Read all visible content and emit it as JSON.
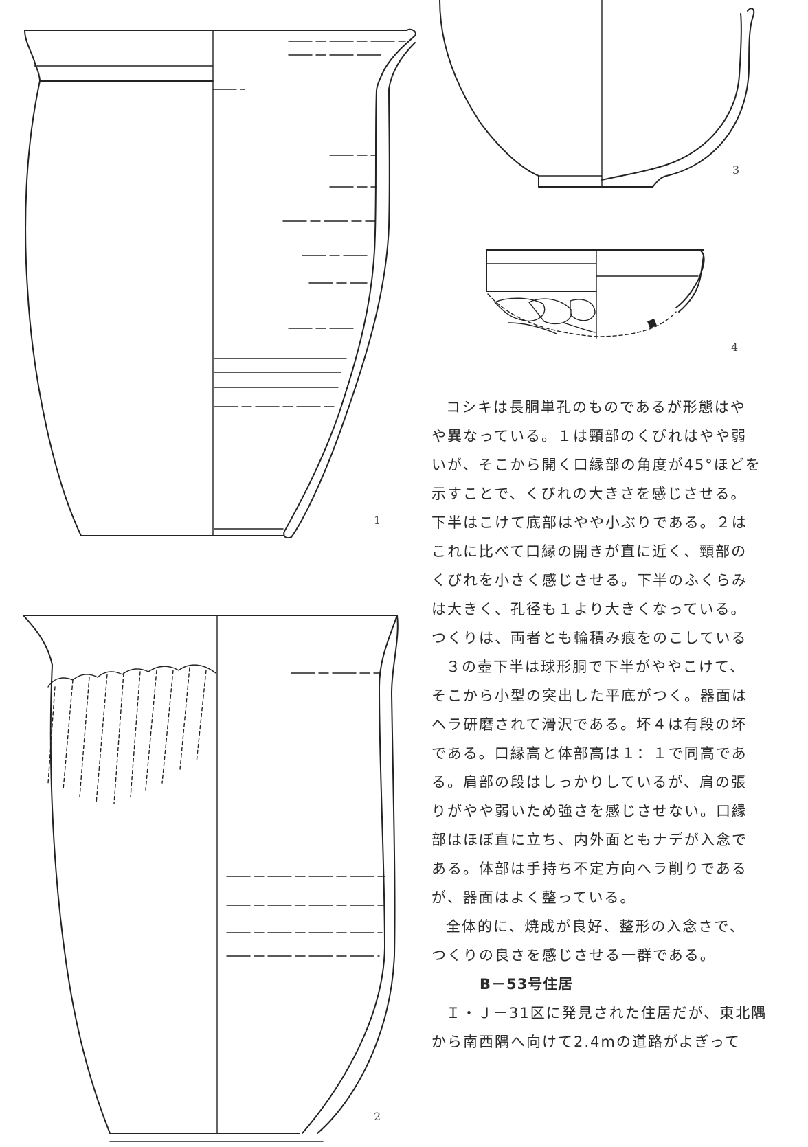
{
  "figure_labels": {
    "fig1": "1",
    "fig2": "2",
    "fig3": "3",
    "fig4": "4"
  },
  "text": {
    "paragraph1_lines": [
      "コシキは長胴単孔のものであるが形態はや",
      "や異なっている。１は頸部のくびれはやや弱",
      "いが、そこから開く口縁部の角度が45°ほどを",
      "示すことで、くびれの大きさを感じさせる。",
      "下半はこけて底部はやや小ぶりである。２は",
      "これに比べて口縁の開きが直に近く、頸部の",
      "くびれを小さく感じさせる。下半のふくらみ",
      "は大きく、孔径も１より大きくなっている。",
      "つくりは、両者とも輪積み痕をのこしている"
    ],
    "paragraph2_lines": [
      "３の壺下半は球形胴で下半がややこけて、",
      "そこから小型の突出した平底がつく。器面は",
      "ヘラ研磨されて滑沢である。坏４は有段の坏",
      "である。口縁高と体部高は１：１で同高であ",
      "る。肩部の段はしっかりしているが、肩の張",
      "りがやや弱いため強さを感じさせない。口縁",
      "部はほぼ直に立ち、内外面ともナデが入念で",
      "ある。体部は手持ち不定方向へラ削りである",
      "が、器面はよく整っている。"
    ],
    "paragraph3_lines": [
      "全体的に、焼成が良好、整形の入念さで、",
      "つくりの良さを感じさせる一群である。"
    ],
    "heading": "B－53号住居",
    "paragraph4_lines": [
      "Ｉ・Ｊ－31区に発見された住居だが、東北隅",
      "から南西隅へ向けて2.4mの道路がよぎって"
    ]
  }
}
